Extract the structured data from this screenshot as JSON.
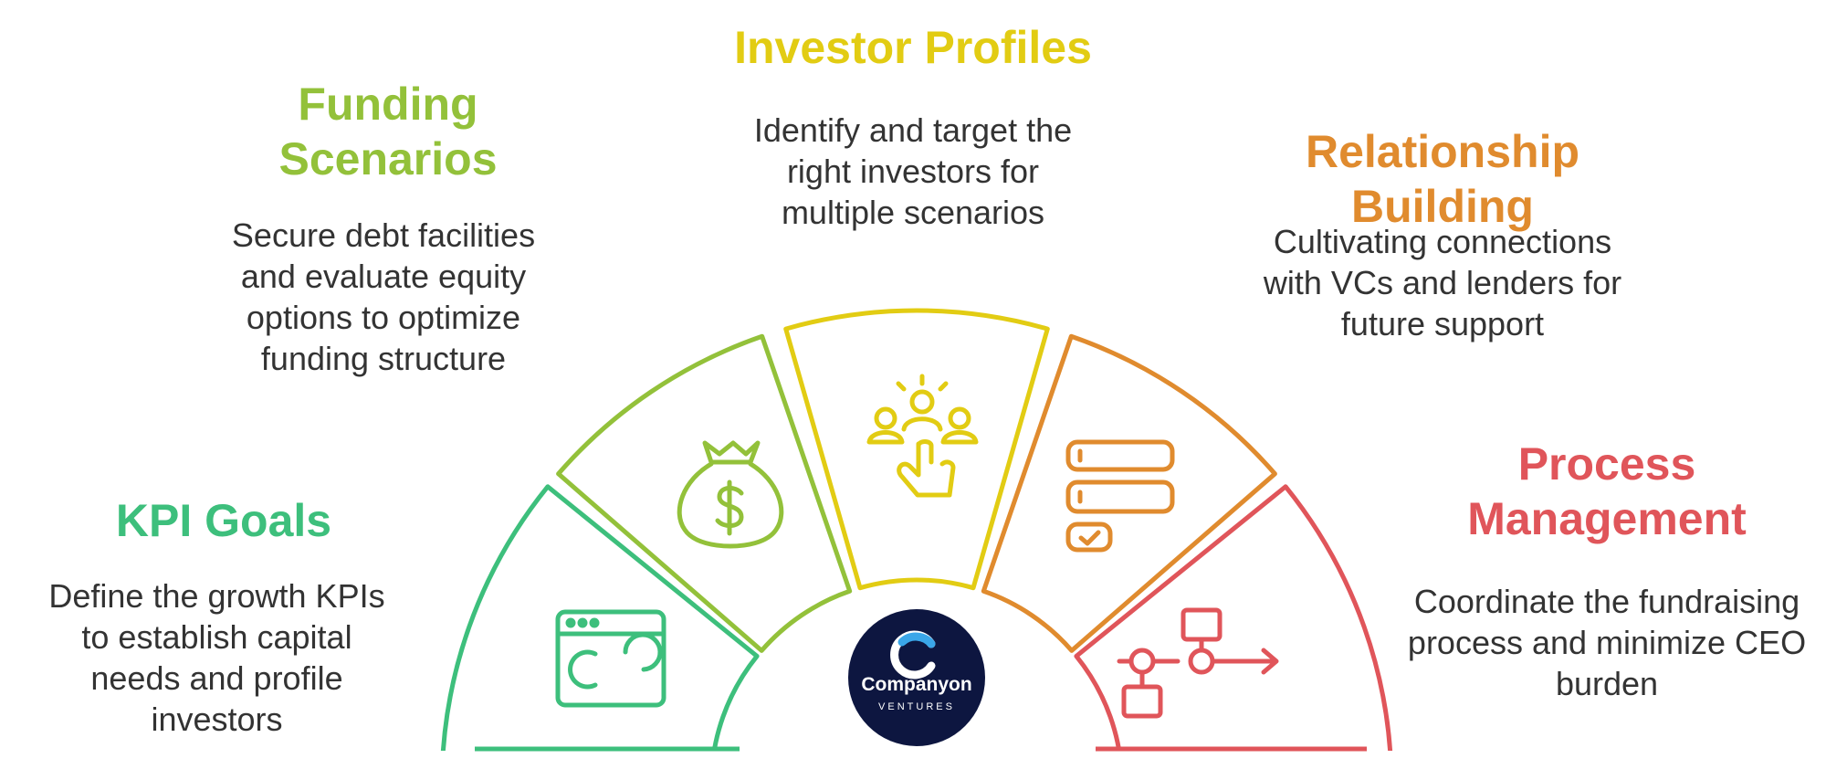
{
  "colors": {
    "kpi": "#3dbf7c",
    "funding": "#93c13a",
    "investor": "#e2cc13",
    "relationship": "#e08b2e",
    "process": "#e0555a",
    "text": "#333333",
    "logo_bg": "#0d1640"
  },
  "segments": [
    {
      "id": "kpi",
      "title": "KPI Goals",
      "description": "Define the growth KPIs to establish capital needs and profile investors",
      "icon": "browser-window-icon"
    },
    {
      "id": "funding",
      "title": "Funding Scenarios",
      "description": "Secure debt facilities and evaluate equity options to optimize funding structure",
      "icon": "money-bag-icon"
    },
    {
      "id": "investor",
      "title": "Investor Profiles",
      "description": "Identify and target the right investors for multiple scenarios",
      "icon": "select-people-icon"
    },
    {
      "id": "relationship",
      "title": "Relationship Building",
      "description": "Cultivating connections with VCs and lenders for future support",
      "icon": "checklist-stack-icon"
    },
    {
      "id": "process",
      "title": "Process Management",
      "description": "Coordinate the fundraising process and minimize CEO burden",
      "icon": "flowchart-icon"
    }
  ],
  "logo": {
    "name": "Companyon",
    "tagline": "VENTURES"
  }
}
